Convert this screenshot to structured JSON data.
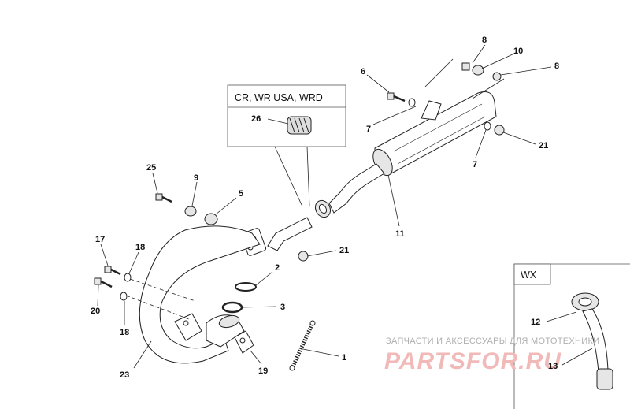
{
  "callouts": [
    {
      "id": "c1",
      "text": "1"
    },
    {
      "id": "c2",
      "text": "2"
    },
    {
      "id": "c3",
      "text": "3"
    },
    {
      "id": "c5",
      "text": "5"
    },
    {
      "id": "c6",
      "text": "6"
    },
    {
      "id": "c7a",
      "text": "7"
    },
    {
      "id": "c7b",
      "text": "7"
    },
    {
      "id": "c8a",
      "text": "8"
    },
    {
      "id": "c8b",
      "text": "8"
    },
    {
      "id": "c9",
      "text": "9"
    },
    {
      "id": "c10",
      "text": "10"
    },
    {
      "id": "c11",
      "text": "11"
    },
    {
      "id": "c12",
      "text": "12"
    },
    {
      "id": "c13",
      "text": "13"
    },
    {
      "id": "c17",
      "text": "17"
    },
    {
      "id": "c18a",
      "text": "18"
    },
    {
      "id": "c18b",
      "text": "18"
    },
    {
      "id": "c19",
      "text": "19"
    },
    {
      "id": "c20",
      "text": "20"
    },
    {
      "id": "c21a",
      "text": "21"
    },
    {
      "id": "c21b",
      "text": "21"
    },
    {
      "id": "c23",
      "text": "23"
    },
    {
      "id": "c25",
      "text": "25"
    },
    {
      "id": "c26",
      "text": "26"
    }
  ],
  "variant_box": {
    "title": "CR, WR USA, WRD"
  },
  "wx_box": {
    "title": "WX"
  },
  "watermark": {
    "line1": "ЗАПЧАСТИ И АКСЕССУАРЫ ДЛЯ МОТОТЕХНИКИ",
    "line2": "PARTSFOR.RU"
  }
}
